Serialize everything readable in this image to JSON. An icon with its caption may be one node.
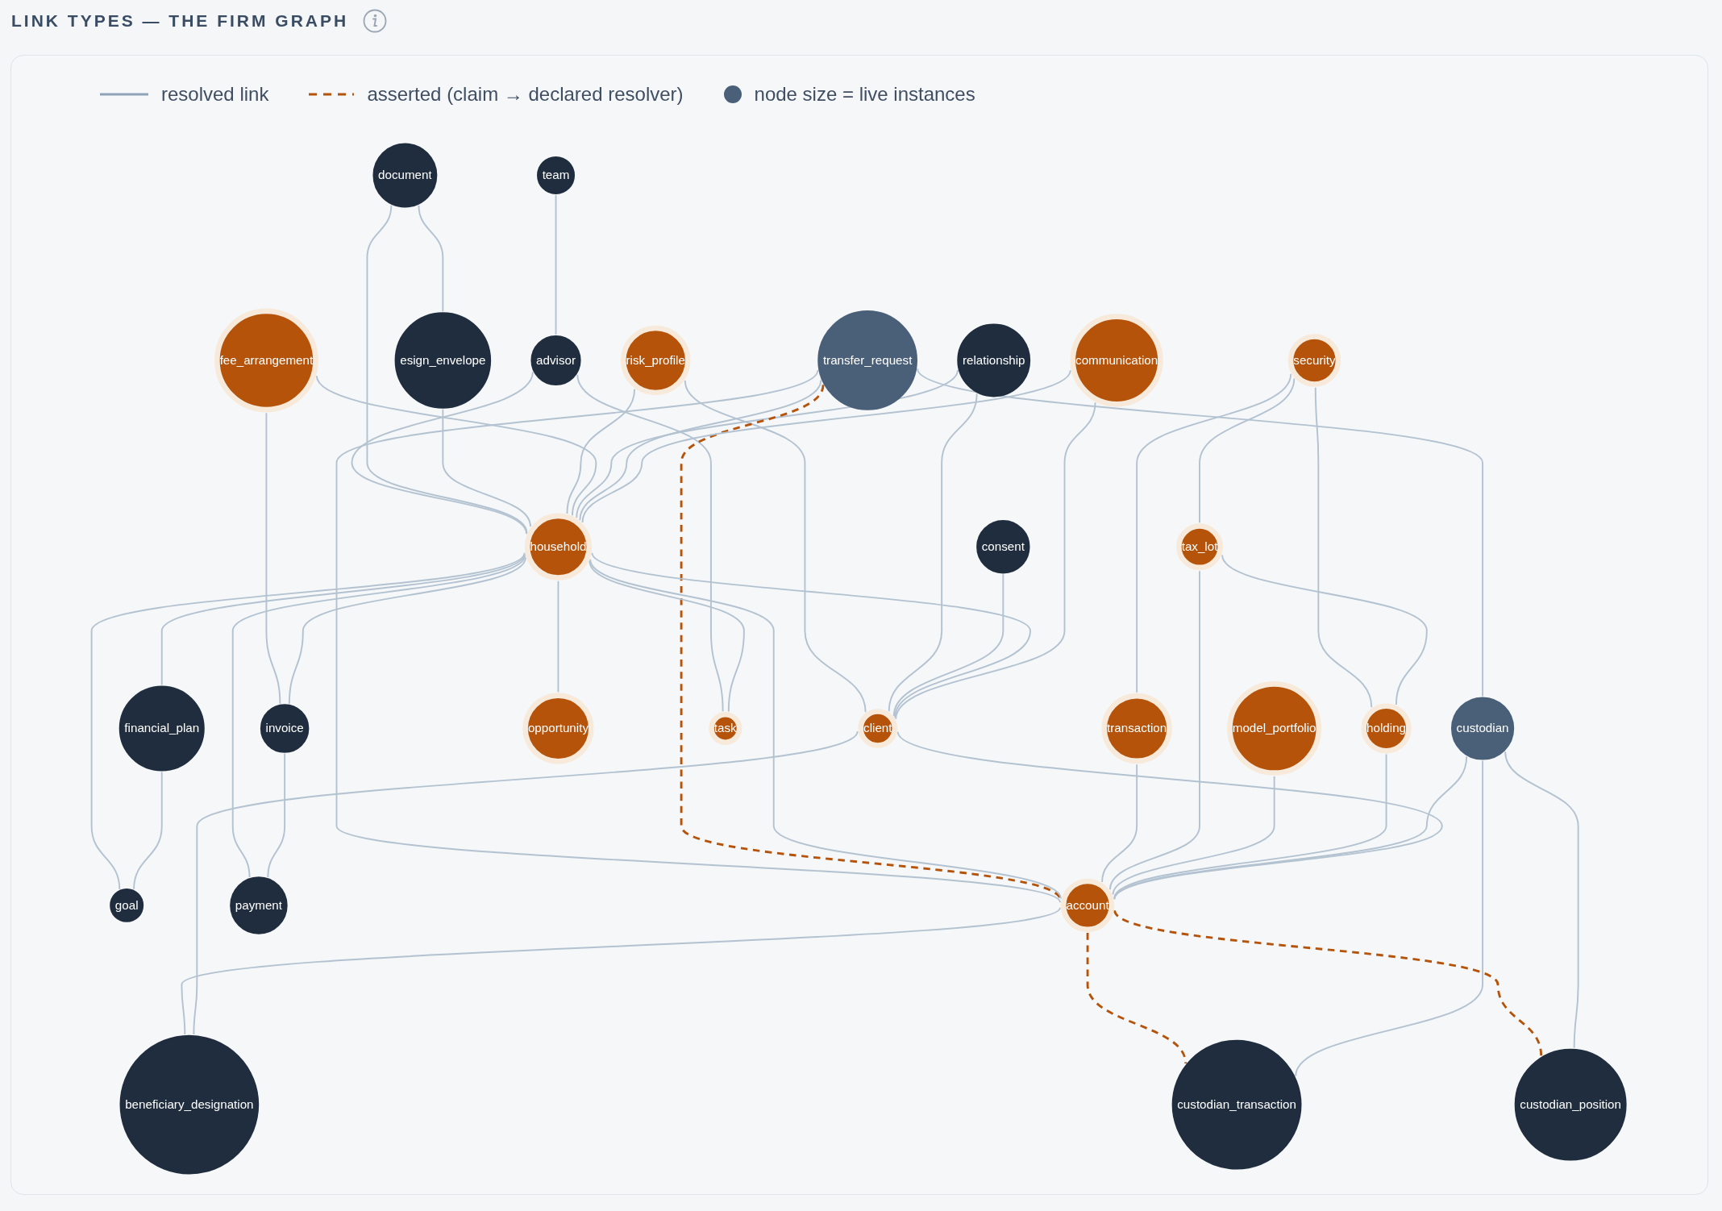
{
  "diagram": {
    "title": "LINK TYPES — THE FIRM GRAPH",
    "nodes": [
      {
        "text": [
          "team"
        ]
      },
      {
        "text": [
          "advisor"
        ]
      },
      {
        "text": [
          "document"
        ]
      },
      {
        "text": [
          "security"
        ]
      },
      {
        "text": [
          "esign_envelope"
        ]
      },
      {
        "text": [
          "risk_profile"
        ]
      },
      {
        "text": [
          "fee_arrangement"
        ]
      },
      {
        "text": [
          "household"
        ]
      },
      {
        "text": [
          "relationship"
        ]
      },
      {
        "text": [
          "financial_plan"
        ]
      },
      {
        "text": [
          "consent"
        ]
      },
      {
        "text": [
          "goal"
        ]
      },
      {
        "text": [
          "transfer_request"
        ]
      },
      {
        "text": [
          "account"
        ]
      },
      {
        "text": [
          "communication"
        ]
      },
      {
        "text": [
          "invoice"
        ]
      },
      {
        "text": [
          "transaction"
        ]
      },
      {
        "text": [
          "custodian"
        ]
      },
      {
        "text": [
          "client"
        ]
      },
      {
        "text": [
          "opportunity"
        ]
      },
      {
        "text": [
          "tax_lot"
        ]
      },
      {
        "text": [
          "payment"
        ]
      },
      {
        "text": [
          "model_portfolio"
        ]
      },
      {
        "text": [
          "task"
        ]
      },
      {
        "text": [
          "holding"
        ]
      },
      {
        "text": [
          "beneficiary_designation"
        ]
      },
      {
        "text": [
          "custodian_transaction"
        ]
      },
      {
        "text": [
          "custodian_position"
        ]
      }
    ],
    "edges": [
      {
        "from": 0,
        "to": 1,
        "arrow": "none"
      },
      {
        "from": 1,
        "to": 7,
        "arrow": "none"
      },
      {
        "from": 1,
        "to": 23,
        "arrow": "none"
      },
      {
        "from": 2,
        "to": 4,
        "arrow": "none"
      },
      {
        "from": 2,
        "to": 7,
        "arrow": "none"
      },
      {
        "from": 4,
        "to": 7,
        "arrow": "none"
      },
      {
        "from": 3,
        "to": 16,
        "arrow": "none"
      },
      {
        "from": 3,
        "to": 20,
        "arrow": "none"
      },
      {
        "from": 3,
        "to": 24,
        "arrow": "none"
      },
      {
        "from": 5,
        "to": 7,
        "arrow": "none"
      },
      {
        "from": 5,
        "to": 18,
        "arrow": "none"
      },
      {
        "from": 6,
        "to": 7,
        "arrow": "none"
      },
      {
        "from": 6,
        "to": 15,
        "arrow": "none"
      },
      {
        "from": 8,
        "to": 7,
        "arrow": "none"
      },
      {
        "from": 8,
        "to": 18,
        "arrow": "none"
      },
      {
        "from": 7,
        "to": 9,
        "arrow": "none"
      },
      {
        "from": 7,
        "to": 11,
        "arrow": "none"
      },
      {
        "from": 9,
        "to": 11,
        "arrow": "none"
      },
      {
        "from": 10,
        "to": 18,
        "arrow": "none"
      },
      {
        "from": 12,
        "to": 7,
        "arrow": "none"
      },
      {
        "from": 12,
        "to": 13,
        "arrow": "none"
      },
      {
        "from": 12,
        "to": 13,
        "arrow": "none",
        "style": "dashed",
        "color": "#b45309"
      },
      {
        "from": 12,
        "to": 17,
        "arrow": "none"
      },
      {
        "from": 7,
        "to": 13,
        "arrow": "none"
      },
      {
        "from": 7,
        "to": 15,
        "arrow": "none"
      },
      {
        "from": 7,
        "to": 19,
        "arrow": "none"
      },
      {
        "from": 7,
        "to": 18,
        "arrow": "none"
      },
      {
        "from": 7,
        "to": 21,
        "arrow": "none"
      },
      {
        "from": 7,
        "to": 23,
        "arrow": "none"
      },
      {
        "from": 14,
        "to": 7,
        "arrow": "none"
      },
      {
        "from": 14,
        "to": 18,
        "arrow": "none"
      },
      {
        "from": 16,
        "to": 13,
        "arrow": "none"
      },
      {
        "from": 20,
        "to": 13,
        "arrow": "none"
      },
      {
        "from": 22,
        "to": 13,
        "arrow": "none"
      },
      {
        "from": 24,
        "to": 13,
        "arrow": "none"
      },
      {
        "from": 17,
        "to": 13,
        "arrow": "none"
      },
      {
        "from": 18,
        "to": 13,
        "arrow": "none"
      },
      {
        "from": 13,
        "to": 25,
        "arrow": "none"
      },
      {
        "from": 13,
        "to": 26,
        "arrow": "none",
        "style": "dashed",
        "color": "#b45309"
      },
      {
        "from": 13,
        "to": 27,
        "arrow": "none",
        "style": "dashed",
        "color": "#b45309"
      },
      {
        "from": 15,
        "to": 21,
        "arrow": "none"
      },
      {
        "from": 17,
        "to": 26,
        "arrow": "none"
      },
      {
        "from": 17,
        "to": 27,
        "arrow": "none"
      },
      {
        "from": 18,
        "to": 25,
        "arrow": "none"
      },
      {
        "from": 20,
        "to": 24,
        "arrow": "none"
      }
    ],
    "legend": [
      {
        "text": "resolved link"
      },
      {
        "text": "asserted (claim → declared resolver)"
      },
      {
        "text": "node size = live instances",
        "color": "#4a5f78"
      }
    ]
  }
}
